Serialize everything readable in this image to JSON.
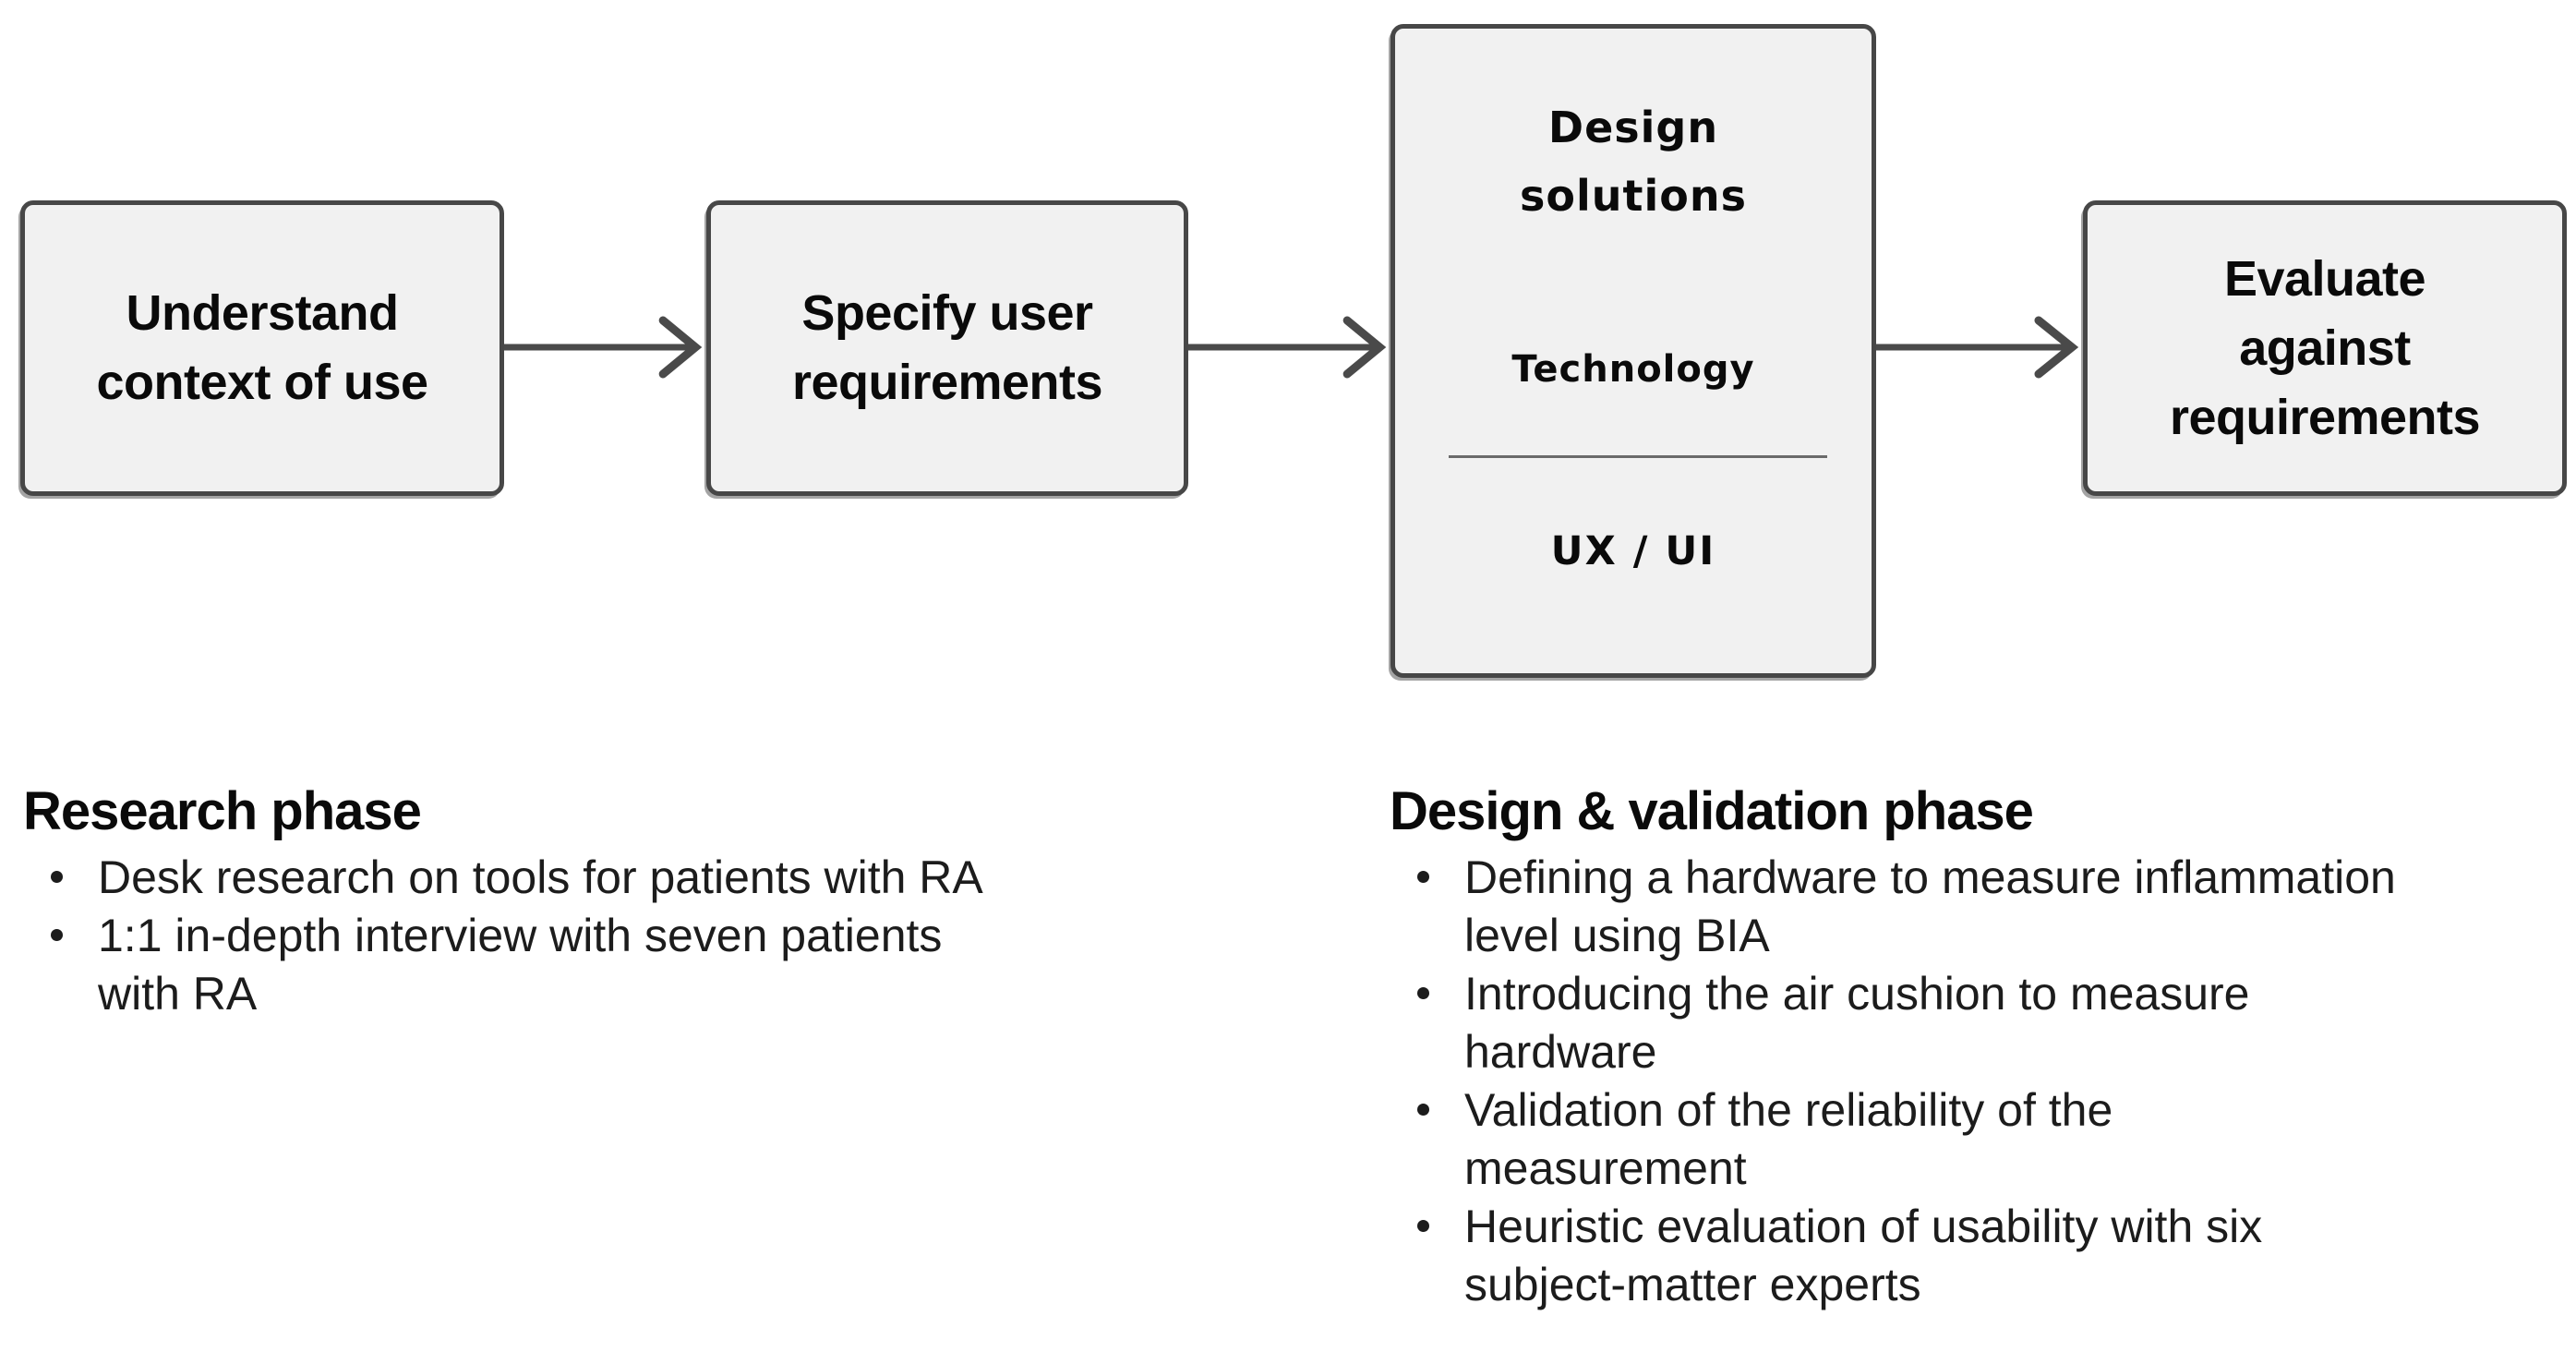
{
  "colors": {
    "background": "#ffffff",
    "box_fill": "#f1f1f1",
    "box_border": "#474747",
    "arrow": "#4a4a4a",
    "divider": "#6a6a6a",
    "heading_text": "#0a0a0a",
    "body_text": "#1c1c1c"
  },
  "flow": {
    "steps": [
      {
        "lines": [
          "Understand",
          "context of use"
        ]
      },
      {
        "lines": [
          "Specify user",
          "requirements"
        ]
      },
      {
        "title_lines": [
          "Design",
          "solutions"
        ],
        "sub_top": "Technology",
        "sub_bottom": "UX / UI"
      },
      {
        "lines": [
          "Evaluate",
          "against",
          "requirements"
        ]
      }
    ]
  },
  "sections": {
    "research": {
      "heading": "Research phase",
      "items": [
        {
          "lines": [
            "Desk research on tools for patients with RA"
          ]
        },
        {
          "lines": [
            "1:1 in-depth interview with seven patients",
            "with RA"
          ]
        }
      ]
    },
    "design_validation": {
      "heading": "Design & validation phase",
      "items": [
        {
          "lines": [
            "Defining a hardware to measure inflammation",
            "level using BIA"
          ]
        },
        {
          "lines": [
            "Introducing the air cushion to measure",
            "hardware"
          ]
        },
        {
          "lines": [
            "Validation of the reliability of the",
            "measurement"
          ]
        },
        {
          "lines": [
            "Heuristic evaluation of usability with six",
            "subject-matter experts"
          ]
        }
      ]
    }
  }
}
